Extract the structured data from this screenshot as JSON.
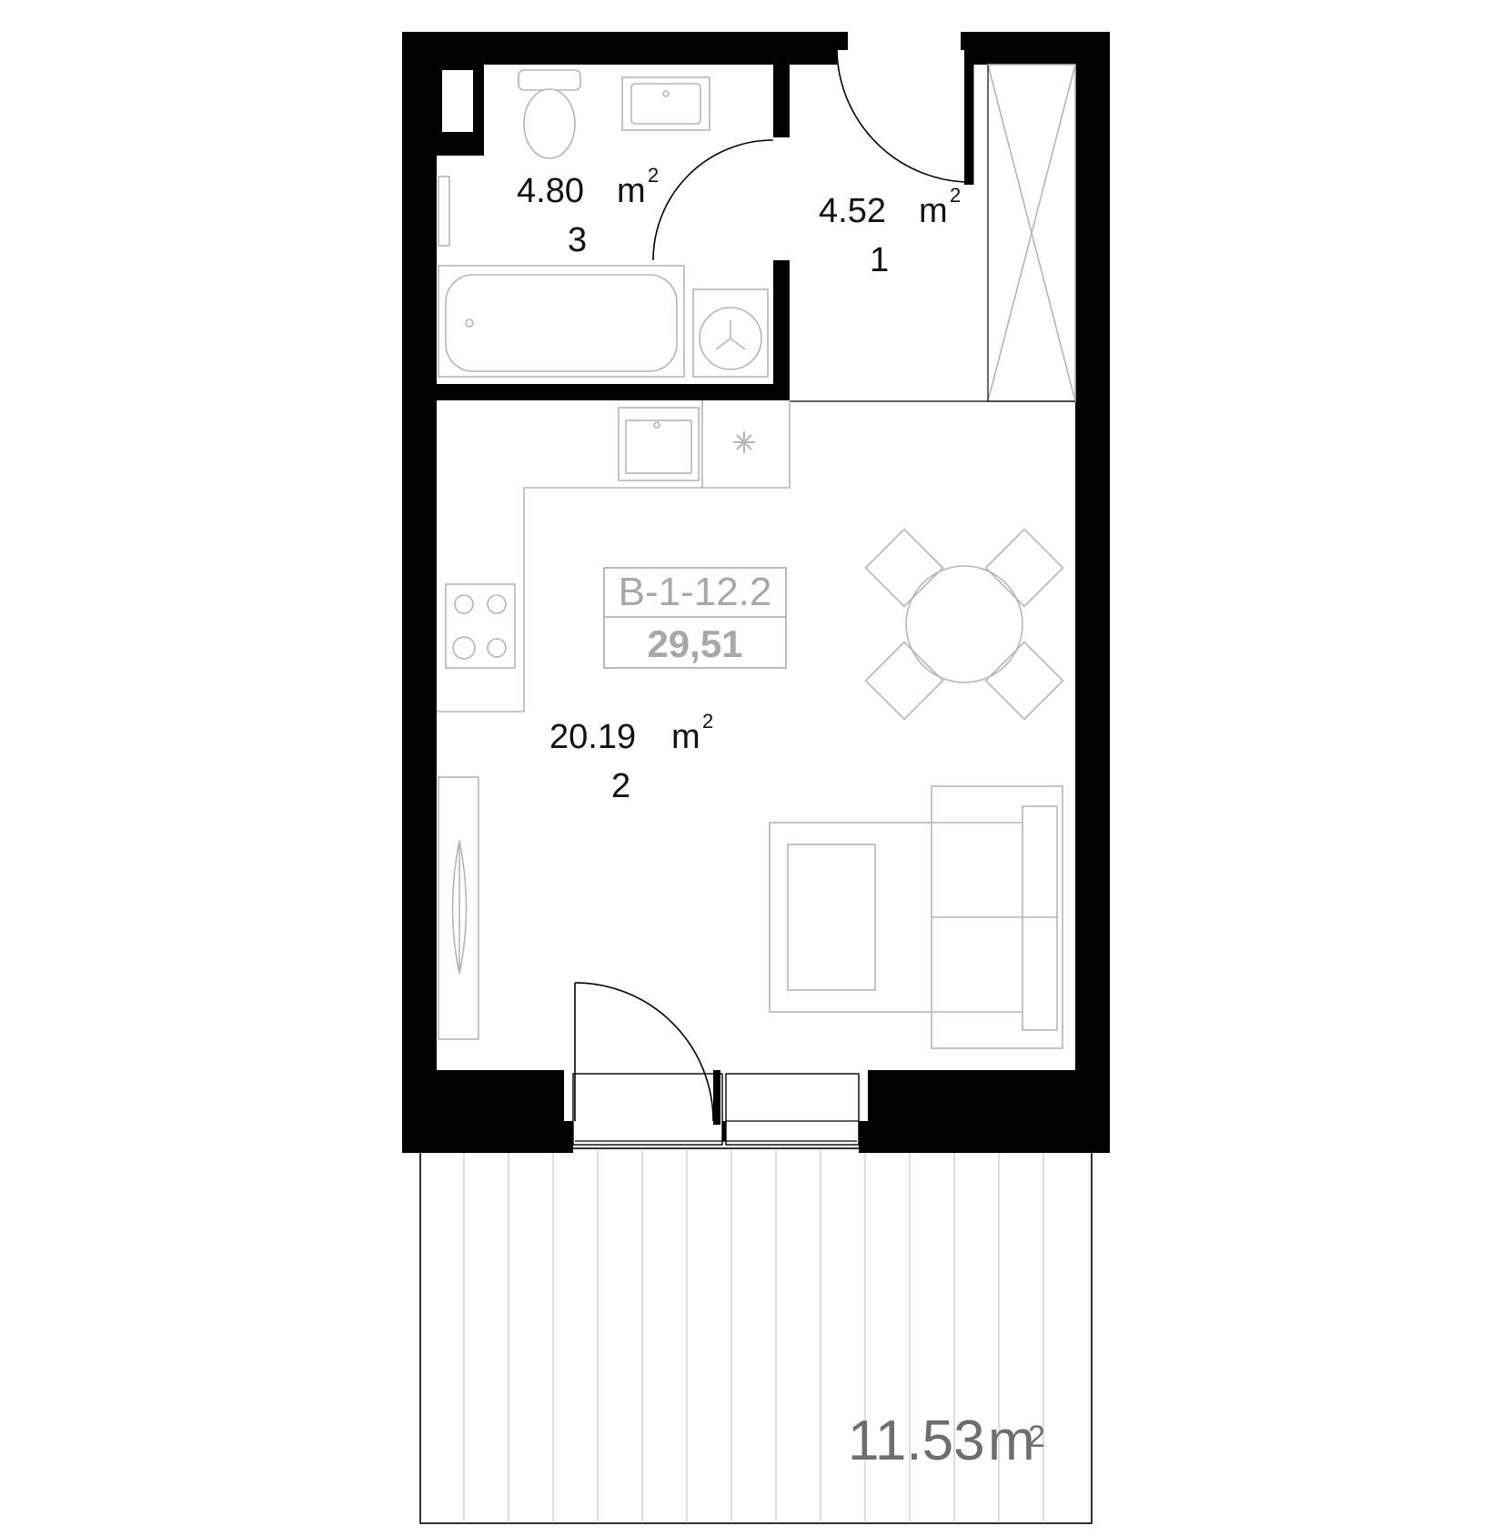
{
  "unit": {
    "code": "B-1-12.2",
    "total_area": "29,51"
  },
  "rooms": [
    {
      "id": "bathroom",
      "area": "4.80",
      "unit": "m",
      "sup": "2",
      "number": "3"
    },
    {
      "id": "hall",
      "area": "4.52",
      "unit": "m",
      "sup": "2",
      "number": "1"
    },
    {
      "id": "living",
      "area": "20.19",
      "unit": "m",
      "sup": "2",
      "number": "2"
    }
  ],
  "balcony": {
    "area": "11.53",
    "unit": "m",
    "sup": "2"
  },
  "colors": {
    "wall": "#000000",
    "furniture": "#b5b5b5",
    "label_grey": "#a8a8a8",
    "balcony_label": "#6e6e6e"
  },
  "icons": [
    "toilet-icon",
    "washbasin-icon",
    "bathtub-icon",
    "washing-machine-icon",
    "kitchen-sink-icon",
    "fridge-icon",
    "cooktop-icon",
    "dining-table-icon",
    "chair-icon",
    "sofa-icon",
    "coffee-table-icon",
    "wardrobe-icon",
    "door-swing-icon"
  ]
}
